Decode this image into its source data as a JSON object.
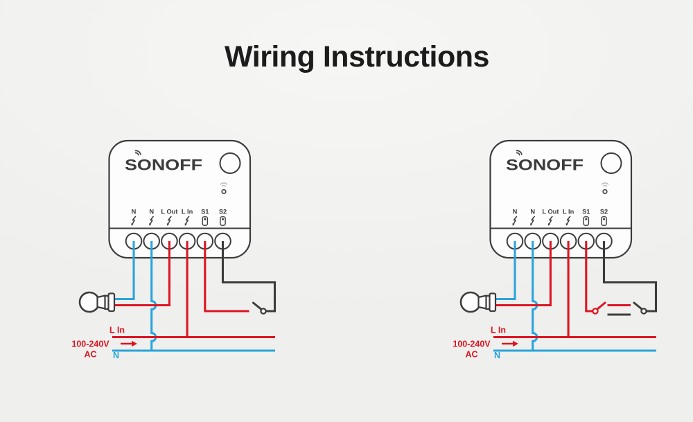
{
  "title": "Wiring Instructions",
  "colors": {
    "background_light": "#f6f6f4",
    "background": "#efefed",
    "title_text": "#1c1c1c",
    "live_red": "#dd1522",
    "neutral_blue": "#2aa4dc",
    "wire_dark": "#3c3c3c",
    "device_fill": "#fdfdfd",
    "indicator_gray": "#b9b9b9"
  },
  "device": {
    "brand": "SONOFF",
    "terminals": [
      "N",
      "N",
      "L Out",
      "L In",
      "S1",
      "S2"
    ]
  },
  "diagrams": [
    {
      "labels": {
        "line_in": "L In",
        "voltage": "100-240V",
        "ac": "AC",
        "neutral": "N"
      }
    },
    {
      "labels": {
        "line_in": "L In",
        "voltage": "100-240V",
        "ac": "AC",
        "neutral": "N"
      }
    }
  ]
}
